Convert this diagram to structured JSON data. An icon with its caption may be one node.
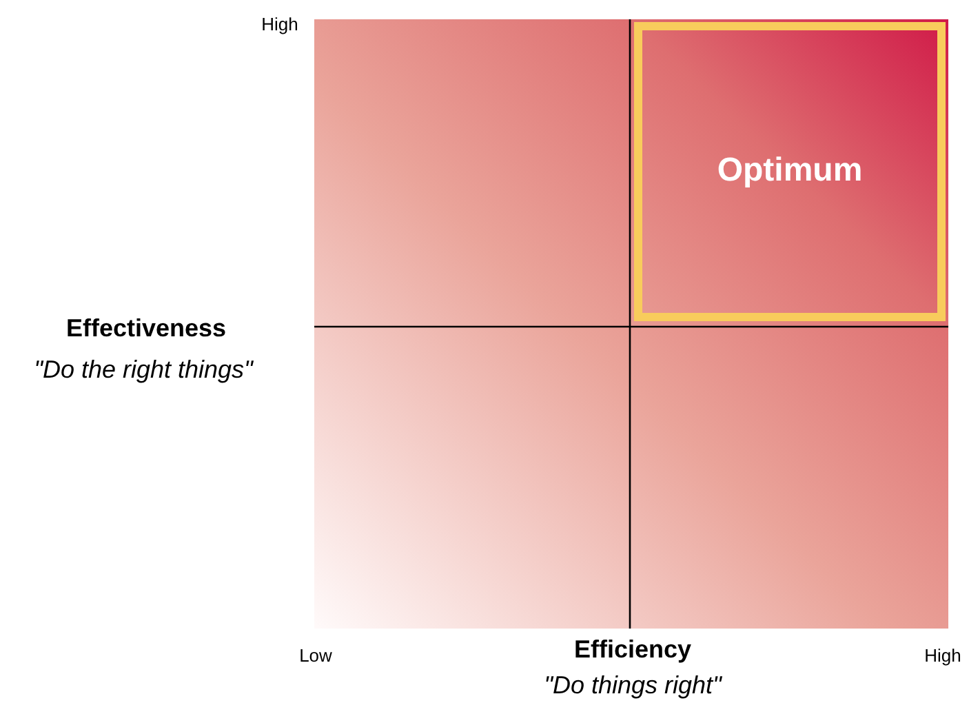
{
  "diagram": {
    "nodes": [
      {
        "text": [
          "Optimum"
        ]
      }
    ],
    "labels": [
      "High",
      "Effectiveness",
      "\"Do the right things\"",
      "Low",
      "Efficiency",
      "\"Do things right\"",
      "High"
    ]
  }
}
